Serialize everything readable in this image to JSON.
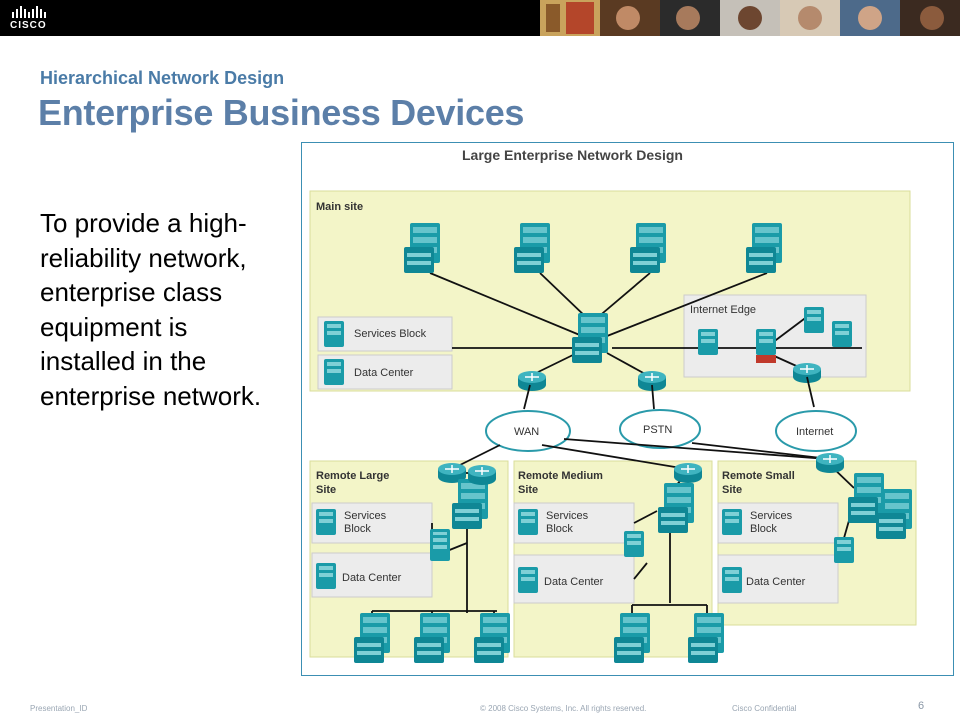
{
  "header": {
    "logo_text": "CISCO",
    "banner": "photo-strip"
  },
  "slide": {
    "subtitle": "Hierarchical Network Design",
    "title": "Enterprise Business Devices",
    "body": "To provide a high-reliability network, enterprise class equipment is installed in the enterprise network."
  },
  "diagram": {
    "title": "Large Enterprise Network Design",
    "main_site": {
      "label": "Main site",
      "services_block": "Services Block",
      "data_center": "Data Center",
      "internet_edge": "Internet Edge"
    },
    "clouds": {
      "wan": "WAN",
      "pstn": "PSTN",
      "internet": "Internet"
    },
    "remote_large": {
      "label_line1": "Remote Large",
      "label_line2": "Site",
      "services_line1": "Services",
      "services_line2": "Block",
      "data_center": "Data Center"
    },
    "remote_medium": {
      "label_line1": "Remote Medium",
      "label_line2": "Site",
      "services_line1": "Services",
      "services_line2": "Block",
      "data_center": "Data Center"
    },
    "remote_small": {
      "label_line1": "Remote Small",
      "label_line2": "Site",
      "services_line1": "Services",
      "services_line2": "Block",
      "data_center": "Data Center"
    },
    "colors": {
      "site_fill": "#f3f5c8",
      "site_stroke": "#d9dd9a",
      "box_fill": "#ececec",
      "device": "#1a9ba8",
      "router": "#138ea0",
      "line": "#111111"
    }
  },
  "footer": {
    "presentation_id": "Presentation_ID",
    "copyright": "© 2008 Cisco Systems, Inc. All rights reserved.",
    "confidential": "Cisco Confidential",
    "page_number": "6"
  }
}
